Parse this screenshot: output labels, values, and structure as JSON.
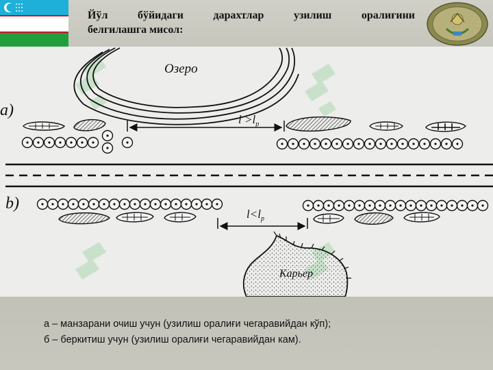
{
  "title": {
    "line1": "Йўл бўйидаги дарахтлар узилиш оралиғини",
    "line2": "белгилашга мисол:"
  },
  "diagram": {
    "label_a": "а)",
    "label_b": "b)",
    "lake_label": "Озеро",
    "quarry_label": "Карьер",
    "gap_a": {
      "l": "l",
      "op": " >",
      "sub": "р"
    },
    "gap_b": {
      "l": "l",
      "op": "<",
      "sub": "р"
    }
  },
  "caption": {
    "line1": "а – манзарани очиш учун (узилиш оралиғи чегаравийдан кўп);",
    "line2": "б – беркитиш учун (узилиш оралиғи чегаравийдан кам)."
  },
  "watermark": "SOFT",
  "colors": {
    "flag_blue": "#1eb0d8",
    "flag_green": "#1f9e3c",
    "flag_red": "#ce1126",
    "watermark": "#9dd3a2"
  }
}
